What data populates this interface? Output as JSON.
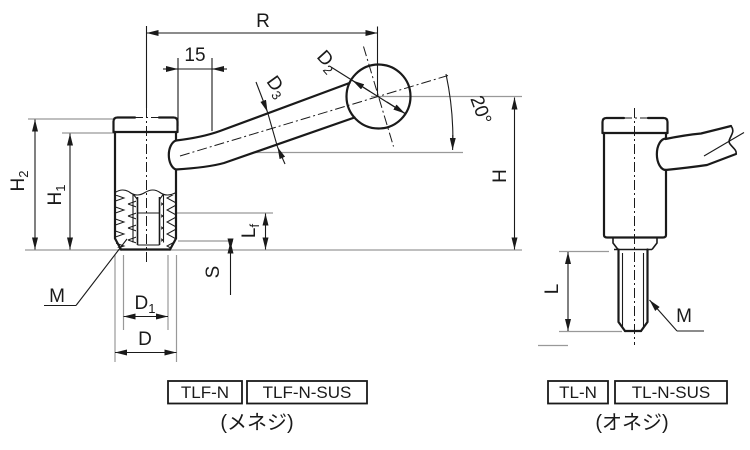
{
  "drawing": {
    "title_hint": "clamp tension lever dimension drawing",
    "dims": {
      "r": "R",
      "offset15": "15",
      "d2": {
        "base": "D",
        "sub": "2"
      },
      "d3": {
        "base": "D",
        "sub": "3"
      },
      "angle": "20°",
      "h": "H",
      "h2": {
        "base": "H",
        "sub": "2"
      },
      "h1": {
        "base": "H",
        "sub": "1"
      },
      "m_left": "M",
      "d1": {
        "base": "D",
        "sub": "1"
      },
      "d": "D",
      "s": "S",
      "lf": {
        "base": "L",
        "sub": "f"
      },
      "l": "L",
      "m_right": "M"
    },
    "views": {
      "female": {
        "badges": [
          "TLF-N",
          "TLF-N-SUS"
        ],
        "caption": "(メネジ)"
      },
      "male": {
        "badges": [
          "TL-N",
          "TL-N-SUS"
        ],
        "caption": "(オネジ)"
      }
    },
    "colors": {
      "line": "#1a1a1a",
      "ref": "#999999",
      "bg": "#ffffff"
    }
  }
}
